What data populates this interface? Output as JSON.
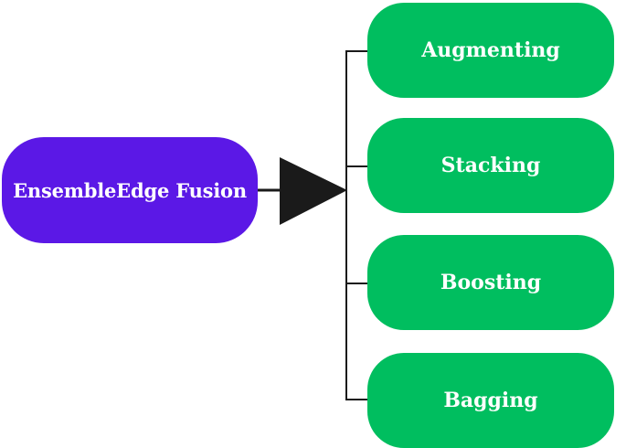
{
  "root": {
    "label": "EnsembleEdge Fusion"
  },
  "children": [
    {
      "label": "Augmenting"
    },
    {
      "label": "Stacking"
    },
    {
      "label": "Boosting"
    },
    {
      "label": "Bagging"
    }
  ],
  "colors": {
    "root_fill": "#5b18e6",
    "child_fill": "#00be5f",
    "connector": "#1a1a1a",
    "text": "#ffffff"
  }
}
